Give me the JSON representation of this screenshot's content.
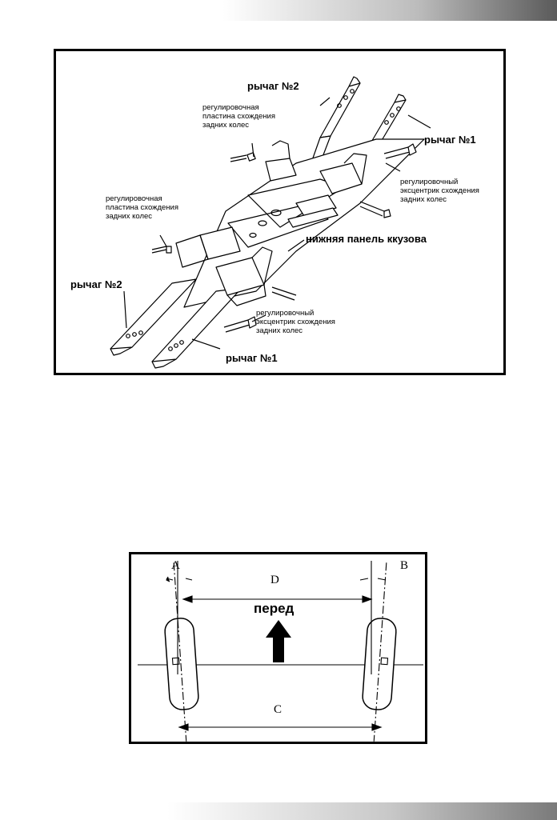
{
  "rear_suspension": {
    "lever2_top": "рычаг №2",
    "lever1_right": "рычаг №1",
    "plate_top": [
      "регулировочная",
      "пластина схождения",
      "задних колес"
    ],
    "eccentric_right": [
      "регулировочный",
      "эксцентрик схождения",
      "задних колес"
    ],
    "plate_left": [
      "регулировочная",
      "пластина схождения",
      "задних колес"
    ],
    "body_panel": "нижняя панель ккузова",
    "lever2_left": "рычаг №2",
    "eccentric_bottom": [
      "регулировочный",
      "эксцентрик схождения",
      "задних колес"
    ],
    "lever1_bottom": "рычаг №1"
  },
  "toe_diagram": {
    "label_a": "A",
    "label_b": "B",
    "label_d": "D",
    "label_c": "C",
    "front_label": "перед"
  }
}
